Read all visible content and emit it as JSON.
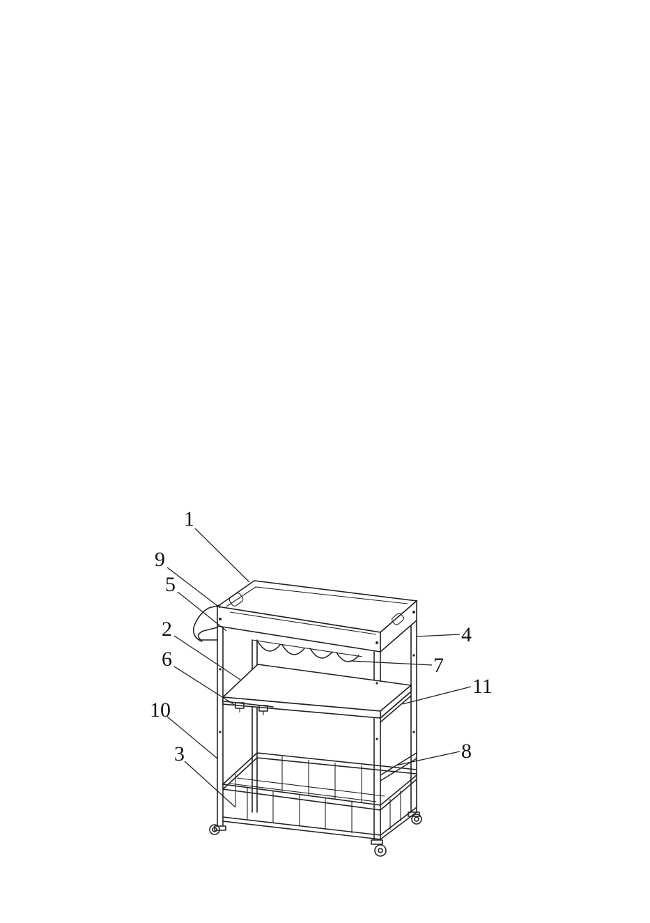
{
  "figure": {
    "callouts": [
      {
        "id": "1",
        "text": "1"
      },
      {
        "id": "9",
        "text": "9"
      },
      {
        "id": "5",
        "text": "5"
      },
      {
        "id": "2",
        "text": "2"
      },
      {
        "id": "6",
        "text": "6"
      },
      {
        "id": "10",
        "text": "10"
      },
      {
        "id": "3",
        "text": "3"
      },
      {
        "id": "4",
        "text": "4"
      },
      {
        "id": "7",
        "text": "7"
      },
      {
        "id": "11",
        "text": "11"
      },
      {
        "id": "8",
        "text": "8"
      }
    ],
    "colors": {
      "line": "#222222",
      "background": "#ffffff"
    }
  }
}
